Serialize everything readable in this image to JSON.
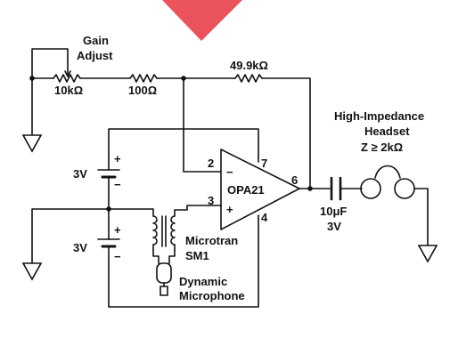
{
  "labels": {
    "gain_adjust_line1": "Gain",
    "gain_adjust_line2": "Adjust",
    "pot_value": "10kΩ",
    "r_series_value": "100Ω",
    "r_feedback_value": "49.9kΩ",
    "headset_line1": "High-Impedance",
    "headset_line2": "Headset",
    "headset_line3": "Z ≥ 2kΩ",
    "battery_top_value": "3V",
    "battery_bottom_value": "3V",
    "battery_plus": "+",
    "battery_minus": "−",
    "opamp_name": "OPA21",
    "pin_2": "2",
    "pin_3": "3",
    "pin_4": "4",
    "pin_6": "6",
    "pin_7": "7",
    "opamp_minus": "−",
    "opamp_plus": "+",
    "cap_value": "10μF",
    "cap_voltage": "3V",
    "transformer_line1": "Microtran",
    "transformer_line2": "SM1",
    "mic_line1": "Dynamic",
    "mic_line2": "Microphone"
  },
  "colors": {
    "ink": "#111111",
    "background": "#ffffff",
    "watermark": "#e8404a"
  },
  "icons": {
    "ground": "ground-symbol-icon",
    "watermark": "red-triangle-mark-icon"
  }
}
